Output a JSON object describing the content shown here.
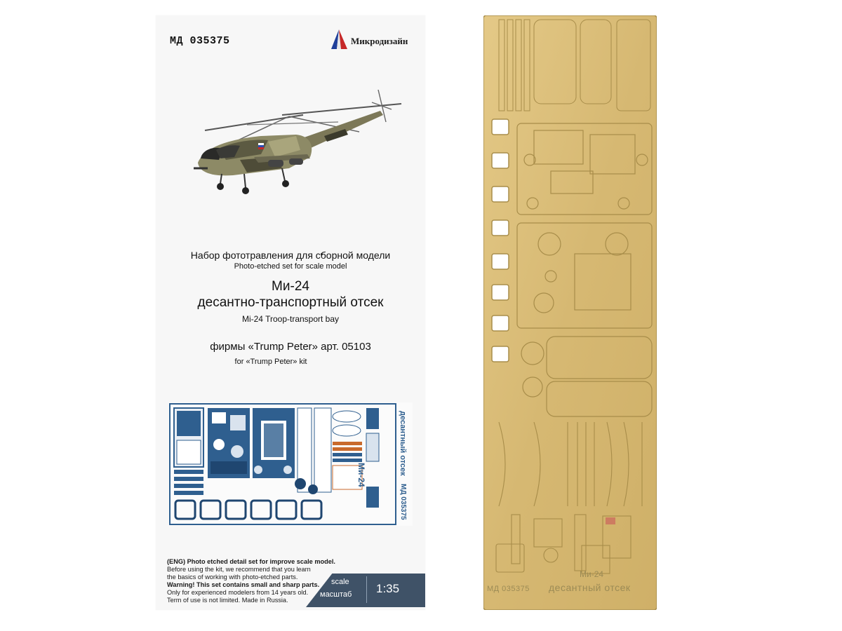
{
  "product": {
    "code": "МД 035375",
    "brand": "Микродизайн"
  },
  "text": {
    "title_ru_small": "Набор фототравления для сборной модели",
    "title_en_small": "Photo-etched set for scale model",
    "model": "Ми-24",
    "subject_ru": "десантно-транспортный отсек",
    "subject_en": "Mi-24 Troop-transport bay",
    "kit_ru": "фирмы «Trump Peter» арт. 05103",
    "kit_en": "for  «Trump Peter» kit"
  },
  "notice": {
    "lines": [
      "(ENG) Photo etched detail set for improve scale model.",
      "Before using the kit, we recommend that you learn",
      "the basics of working with photo-etched parts.",
      "Warning! This set contains small and sharp parts.",
      "Only for experienced modelers from 14 years old.",
      "Term of use is not limited. Made in Russia."
    ]
  },
  "scale": {
    "label_en": "scale",
    "label_ru": "масштаб",
    "value": "1:35"
  },
  "preview": {
    "side_text_top": "Ми-24",
    "side_text_mid": "десантный отсек",
    "side_text_code": "МД 035375"
  },
  "fret": {
    "code": "МД 035375",
    "model": "Ми-24",
    "name": "десантный отсек"
  },
  "colors": {
    "brass": "#d9bd78",
    "brass_dark": "#a88d4a",
    "preview_blue": "#2f5f8f",
    "scale_bg": "#3f5267"
  }
}
